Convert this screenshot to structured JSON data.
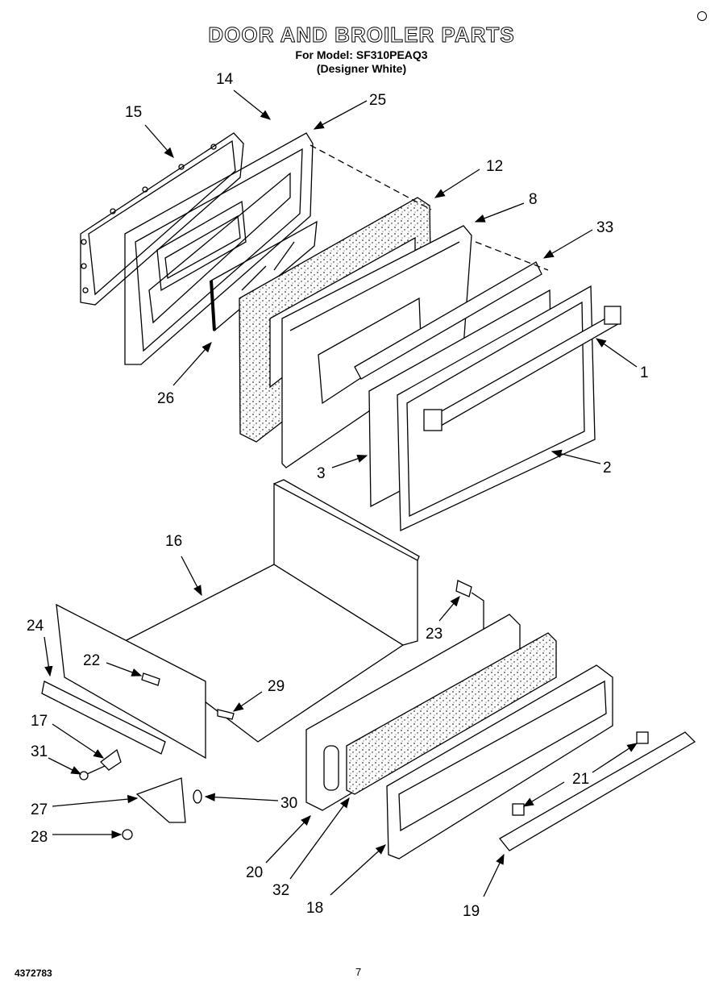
{
  "header": {
    "title": "DOOR AND BROILER PARTS",
    "model_line": "For Model: SF310PEAQ3",
    "variant_line": "(Designer White)"
  },
  "footer": {
    "doc_number": "4372783",
    "page_number": "7"
  },
  "callouts": {
    "c1": "1",
    "c2": "2",
    "c3": "3",
    "c8": "8",
    "c12": "12",
    "c14": "14",
    "c15": "15",
    "c16": "16",
    "c17": "17",
    "c18": "18",
    "c19": "19",
    "c20": "20",
    "c21": "21",
    "c22": "22",
    "c23": "23",
    "c24": "24",
    "c25": "25",
    "c26": "26",
    "c27": "27",
    "c28": "28",
    "c29": "29",
    "c30": "30",
    "c31": "31",
    "c32": "32",
    "c33": "33"
  }
}
